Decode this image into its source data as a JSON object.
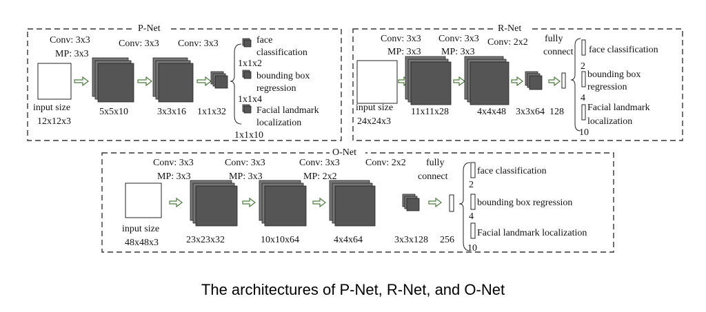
{
  "caption": "The architectures of P-Net, R-Net, and O-Net",
  "pnet": {
    "title": "P-Net",
    "conv1": "Conv: 3x3",
    "mp1": "MP: 3x3",
    "conv2": "Conv: 3x3",
    "conv3": "Conv: 3x3",
    "input_label1": "input size",
    "input_label2": "12x12x3",
    "size1": "5x5x10",
    "size2": "3x3x16",
    "size3": "1x1x32",
    "out_face1": "face",
    "out_face2": "classification",
    "out_face_dim": "1x1x2",
    "out_bbox1": "bounding box",
    "out_bbox2": "regression",
    "out_bbox_dim": "1x1x4",
    "out_land1": "Facial landmark",
    "out_land2": "localization",
    "out_land_dim": "1x1x10"
  },
  "rnet": {
    "title": "R-Net",
    "conv1": "Conv: 3x3",
    "mp1": "MP: 3x3",
    "conv2": "Conv: 3x3",
    "mp2": "MP: 3x3",
    "conv3": "Conv: 2x2",
    "fc1": "fully",
    "fc2": "connect",
    "input_label1": "input size",
    "input_label2": "24x24x3",
    "size1": "11x11x28",
    "size2": "4x4x48",
    "size3": "3x3x64",
    "size4": "128",
    "out_face": "face classification",
    "out_face_dim": "2",
    "out_bbox1": "bounding box",
    "out_bbox2": "regression",
    "out_bbox_dim": "4",
    "out_land1": "Facial landmark",
    "out_land2": "localization",
    "out_land_dim": "10"
  },
  "onet": {
    "title": "O-Net",
    "conv1": "Conv: 3x3",
    "mp1": "MP: 3x3",
    "conv2": "Conv: 3x3",
    "mp2": "MP: 3x3",
    "conv3": "Conv: 3x3",
    "mp3": "MP: 2x2",
    "conv4": "Conv: 2x2",
    "fc1": "fully",
    "fc2": "connect",
    "input_label1": "input size",
    "input_label2": "48x48x3",
    "size1": "23x23x32",
    "size2": "10x10x64",
    "size3": "4x4x64",
    "size4": "3x3x128",
    "size5": "256",
    "out_face": "face classification",
    "out_face_dim": "2",
    "out_bbox": "bounding box regression",
    "out_bbox_dim": "4",
    "out_land": "Facial landmark localization",
    "out_land_dim": "10"
  }
}
